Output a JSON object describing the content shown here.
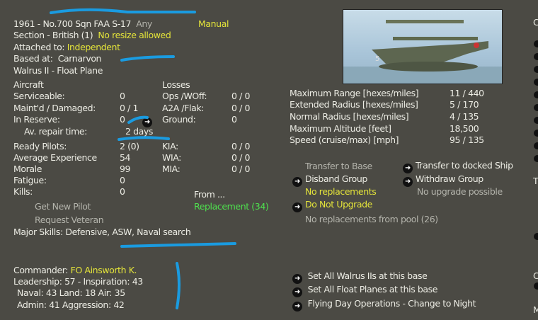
{
  "header": {
    "unit": "1961 - No.700 Sqn FAA S-17",
    "any": "Any",
    "mode": "Manual",
    "section": "Section - British (1)",
    "resize": "No resize allowed",
    "attached_label": "Attached to:",
    "attached": "Independent",
    "based_label": "Based at:",
    "based": "Carnarvon",
    "aircraft_type": "Walrus II - Float Plane"
  },
  "aircraft": {
    "title": "Aircraft",
    "rows": [
      {
        "label": "Serviceable:",
        "value": "0"
      },
      {
        "label": "Maint'd / Damaged:",
        "value": "0 / 1"
      },
      {
        "label": "In Reserve:",
        "value": "0"
      }
    ],
    "repair_label": "Av. repair time:",
    "repair": "2 days"
  },
  "losses": {
    "title": "Losses",
    "rows": [
      {
        "label": "Ops /WOff:",
        "value": "0 / 0"
      },
      {
        "label": "A2A /Flak:",
        "value": "0 / 0"
      },
      {
        "label": "Ground:",
        "value": "0"
      },
      {
        "label": "KIA:",
        "value": "0 / 0"
      },
      {
        "label": "WIA:",
        "value": "0 / 0"
      },
      {
        "label": "MIA:",
        "value": "0 / 0"
      }
    ]
  },
  "pilots": {
    "rows": [
      {
        "label": "Ready Pilots:",
        "value": "2 (0)"
      },
      {
        "label": "Average Experience",
        "value": "54"
      },
      {
        "label": "Morale",
        "value": "99"
      },
      {
        "label": "Fatigue:",
        "value": "0"
      },
      {
        "label": "Kills:",
        "value": "0"
      }
    ],
    "from": "From ...",
    "replacement": "Replacement (34)",
    "get_new": "Get New Pilot",
    "request_vet": "Request Veteran",
    "skills": "Major Skills: Defensive, ASW, Naval search"
  },
  "stats": [
    {
      "label": "Maximum Range [hexes/miles]",
      "value": "11 / 440"
    },
    {
      "label": "Extended Radius [hexes/miles]",
      "value": "5 / 170"
    },
    {
      "label": "Normal Radius [hexes/miles]",
      "value": "4 / 135"
    },
    {
      "label": "Maximum Altitude [feet]",
      "value": "18,500"
    },
    {
      "label": "Speed (cruise/max) [mph]",
      "value": "95 / 135"
    }
  ],
  "actions": {
    "transfer_base": "Transfer to Base",
    "transfer_ship": "Transfer to docked Ship",
    "disband": "Disband Group",
    "withdraw": "Withdraw Group",
    "no_repl": "No replacements",
    "no_upgrade": "No upgrade possible",
    "do_not_upgrade": "Do Not Upgrade",
    "no_pool": "No replacements from pool (26)",
    "set_walrus": "Set All Walrus IIs at this base",
    "set_float": "Set All Float Planes at this base",
    "flying": "Flying Day Operations - Change to Night"
  },
  "commander": {
    "label": "Commander:",
    "name": "FO Ainsworth K.",
    "line1": "Leadership: 57 - Inspiration: 43",
    "line2": "Naval: 43  Land: 18  Air: 35",
    "line3": "Admin: 41  Aggression: 42"
  },
  "edge": {
    "c1": "C",
    "t1": "T",
    "c2": "C",
    "m1": "M"
  }
}
